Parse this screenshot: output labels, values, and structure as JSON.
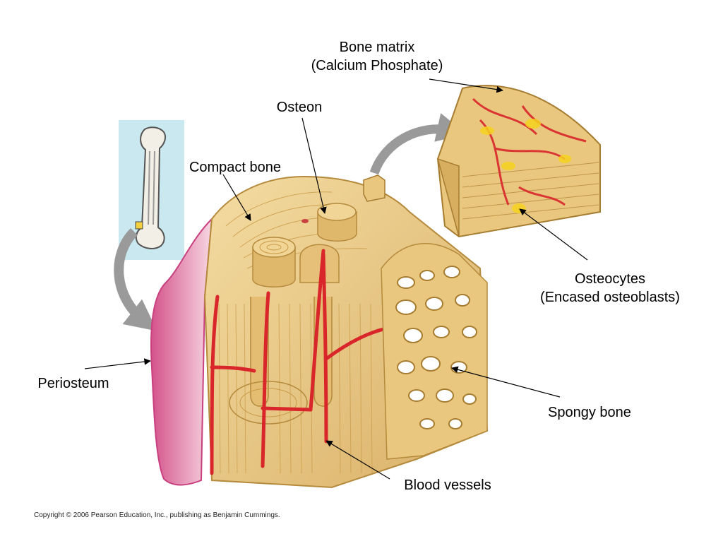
{
  "labels": {
    "bone_matrix": [
      "Bone matrix",
      "(Calcium Phosphate)"
    ],
    "osteon": "Osteon",
    "compact_bone": "Compact bone",
    "osteocytes": [
      "Osteocytes",
      "(Encased osteoblasts)"
    ],
    "periosteum": "Periosteum",
    "spongy_bone": "Spongy bone",
    "blood_vessels": "Blood vessels"
  },
  "copyright": "Copyright © 2006 Pearson Education, Inc., publishing as Benjamin Cummings.",
  "colors": {
    "bone": "#e9c77f",
    "bone_dark": "#c99a46",
    "bone_light": "#f3dca3",
    "periosteum": "#e27aa3",
    "vessel": "#d9262b",
    "inset_bg": "#c9e8f0",
    "arrow_gray": "#9a9a9a"
  }
}
